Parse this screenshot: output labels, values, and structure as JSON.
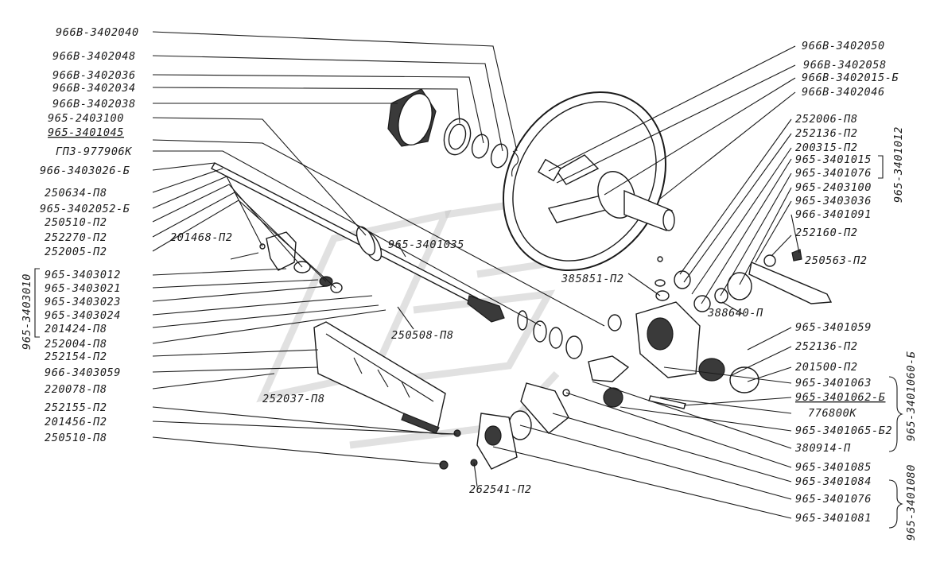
{
  "labels_left": [
    "966В-3402040",
    "966В-3402048",
    "966В-3402036",
    "966В-3402034",
    "966В-3402038",
    "965-2403100",
    "965-3401045",
    "ГПЗ-977906К",
    "966-3403026-Б",
    "250634-П8",
    "965-3402052-Б",
    "250510-П2",
    "252270-П2",
    "252005-П2"
  ],
  "labels_left_group": [
    "965-3403012",
    "965-3403021",
    "965-3403023",
    "965-3403024"
  ],
  "labels_left_lower": [
    "201424-П8",
    "252004-П8",
    "252154-П2",
    "966-3403059",
    "220078-П8",
    "252155-П2",
    "201456-П2",
    "250510-П8"
  ],
  "labels_center": {
    "l1": "201468-П2",
    "l2": "965-3401035",
    "l3": "385851-П2",
    "l4": "250508-П8",
    "l5": "252037-П8",
    "l6": "262541-П2",
    "l7": "388640-П",
    "l8": "250563-П2",
    "l9": "252160-П2"
  },
  "labels_right_top": [
    "966В-3402050",
    "966В-3402058",
    "966В-3402015-Б",
    "966В-3402046"
  ],
  "labels_right_mid": [
    "252006-П8",
    "252136-П2",
    "200315-П2",
    "965-3401015",
    "965-3401076",
    "965-2403100",
    "965-3403036",
    "966-3401091"
  ],
  "labels_right_low": [
    "965-3401059",
    "252136-П2",
    "201500-П2",
    "965-3401063",
    "965-3401062-Б",
    "776800К",
    "965-3401065-Б2",
    "380914-П",
    "965-3401085",
    "965-3401084",
    "965-3401076",
    "965-3401081"
  ],
  "group_labels": {
    "left": "965-3403010",
    "right_top": "965-3401012",
    "right_mid": "965-3401060-Б",
    "right_bottom": "965-3401080"
  }
}
